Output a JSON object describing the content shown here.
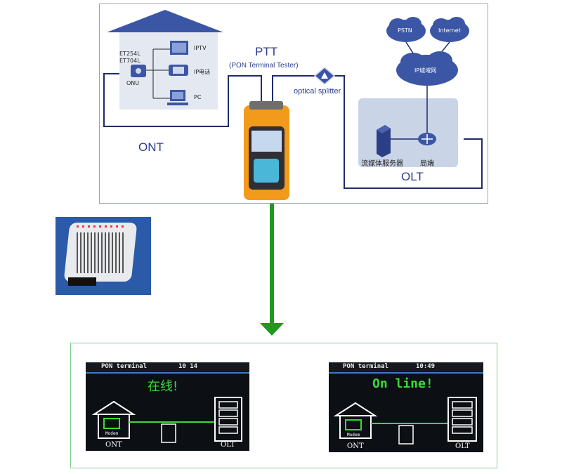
{
  "diagram": {
    "ptt_title": "PTT",
    "ptt_subtitle": "(PON Terminal Tester)",
    "optical_splitter": "optical splitter",
    "ont_label": "ONT",
    "olt_label": "OLT",
    "home": {
      "model1": "ET254L",
      "model2": "ET704L",
      "onu": "ONU",
      "iptv": "IPTV",
      "ipphone": "IP电话",
      "pc": "PC"
    },
    "network": {
      "pstn": "PSTN",
      "internet": "Internet",
      "metro": "IP城域网",
      "media_server": "流媒体服务器",
      "office": "局端"
    }
  },
  "screens": [
    {
      "title": "PON terminal",
      "time": "10 14",
      "status": "在线!",
      "ont": "ONT",
      "olt": "OLT",
      "modem": "Modem"
    },
    {
      "title": "PON terminal",
      "time": "10:49",
      "status": "On line!",
      "ont": "ONT",
      "olt": "OLT",
      "modem": "Modem"
    }
  ],
  "colors": {
    "line_blue": "#1f2b6b",
    "arrow_green": "#1f9a1f",
    "frame_green": "#7fcf8f",
    "screen_green": "#3bd83b",
    "olt_box": "#c9d4e6"
  }
}
